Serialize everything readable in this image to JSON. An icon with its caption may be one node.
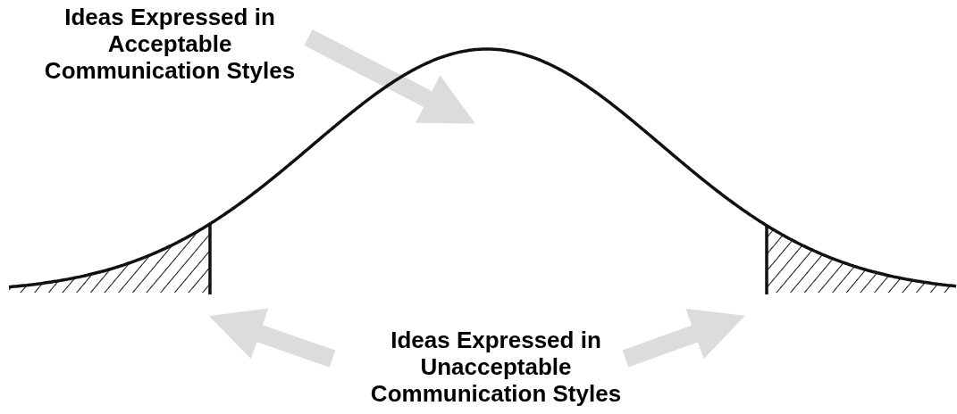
{
  "diagram": {
    "nodes": [
      {
        "text": [
          "Ideas Expressed in Acceptable Communication Styles"
        ]
      },
      {
        "text": [],
        "shape": "curve"
      },
      {
        "text": [
          "Ideas Expressed in Unacceptable Communication Styles"
        ]
      },
      {
        "text": [],
        "shape": "area",
        "in": 1
      },
      {
        "text": [],
        "shape": "area",
        "in": 1
      }
    ],
    "edges": [
      {
        "from": 0,
        "to": 1,
        "arrow": "to"
      },
      {
        "from": 2,
        "to": 3,
        "arrow": "to"
      },
      {
        "from": 2,
        "to": 4,
        "arrow": "to"
      }
    ]
  }
}
